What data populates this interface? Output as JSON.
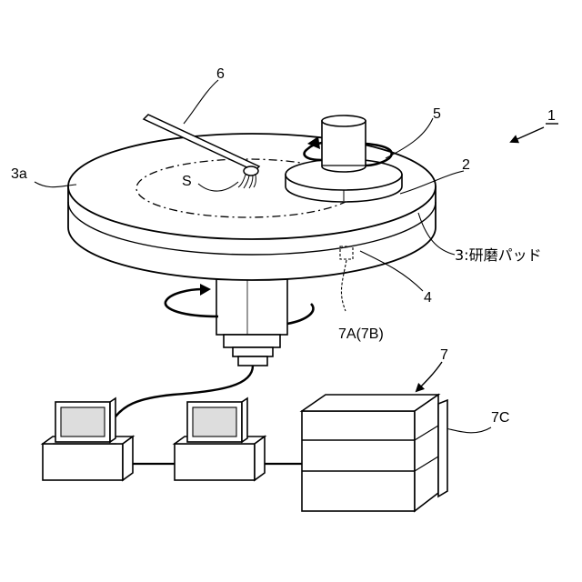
{
  "labels": {
    "apparatus": "1",
    "wafer": "2",
    "pad_surface": "3a",
    "pad": "3:研磨パッド",
    "platen": "4",
    "head": "5",
    "nozzle": "6",
    "slurry": "S",
    "sensor": "7A(7B)",
    "system": "7",
    "cabinet": "7C"
  },
  "colors": {
    "line": "#000000",
    "fill": "#ffffff",
    "screen": "#dddddd"
  }
}
